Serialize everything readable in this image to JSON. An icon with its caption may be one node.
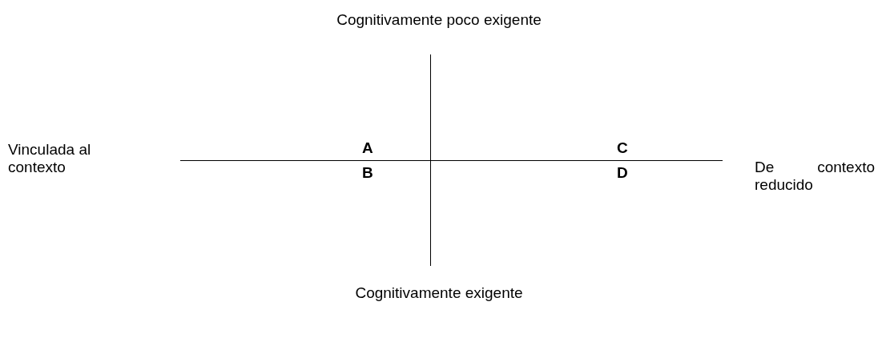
{
  "diagram": {
    "labels": [
      "Cognitivamente poco exigente",
      "Vinculada al contexto",
      "A",
      "C",
      "B",
      "D",
      "De contexto reducido",
      "Cognitivamente exigente"
    ]
  }
}
